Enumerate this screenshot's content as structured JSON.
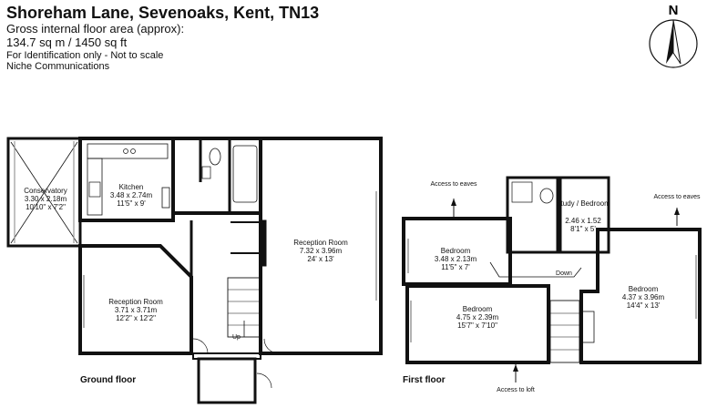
{
  "header": {
    "title": "Shoreham Lane, Sevenoaks, Kent, TN13",
    "area_caption": "Gross internal floor area (approx):",
    "area_value": "134.7 sq m / 1450 sq ft",
    "note": "For Identification only - Not to scale",
    "credit": "Niche Communications"
  },
  "compass": {
    "label": "N"
  },
  "ground_floor": {
    "label": "Ground floor",
    "stairs_label": "Up",
    "rooms": [
      {
        "id": "conservatory",
        "name": "Conservatory",
        "dims": "3.30 x 2.18m",
        "imperial": "10'10\" x 7'2\""
      },
      {
        "id": "kitchen",
        "name": "Kitchen",
        "dims": "3.48 x 2.74m",
        "imperial": "11'5\" x 9'"
      },
      {
        "id": "reception-large",
        "name": "Reception Room",
        "dims": "7.32 x 3.96m",
        "imperial": "24' x 13'"
      },
      {
        "id": "reception-small",
        "name": "Reception Room",
        "dims": "3.71 x 3.71m",
        "imperial": "12'2\" x 12'2\""
      }
    ]
  },
  "first_floor": {
    "label": "First floor",
    "stairs_label": "Down",
    "access_eaves_left": "Access to eaves",
    "access_eaves_right": "Access to eaves",
    "access_loft": "Access to loft",
    "rooms": [
      {
        "id": "bedroom-left",
        "name": "Bedroom",
        "dims": "3.48 x 2.13m",
        "imperial": "11'5\" x 7'"
      },
      {
        "id": "study",
        "name": "Study / Bedroom",
        "dims": "2.46 x 1.52",
        "imperial": "8'1\" x 5'"
      },
      {
        "id": "bedroom-right",
        "name": "Bedroom",
        "dims": "4.37 x 3.96m",
        "imperial": "14'4\" x 13'"
      },
      {
        "id": "bedroom-bottom",
        "name": "Bedroom",
        "dims": "4.75 x 2.39m",
        "imperial": "15'7\" x 7'10\""
      }
    ]
  }
}
